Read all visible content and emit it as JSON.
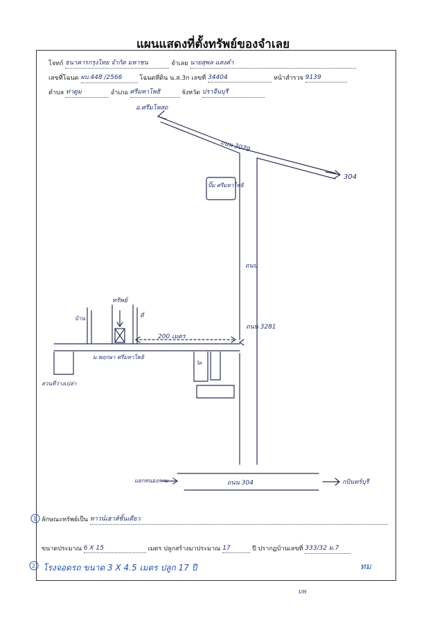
{
  "title": "แผนแสดงที่ตั้งทรัพย์ของจำเลย",
  "header": {
    "plaintiff_label": "โจทก์",
    "plaintiff_value": "ธนาคารกรุงไทย จำกัด มหาชน",
    "defendant_label": "จำเลย",
    "defendant_value": "นายสุพล แสงคำ",
    "deed_label": "เลขที่โฉนด",
    "deed_value": "ผบ.448 /2566",
    "land_label": "โฉนดที่ดิน น.ส.3ก เลขที่",
    "land_value": "34404",
    "survey_label": "หน้าสำรวจ",
    "survey_value": "9139",
    "subdistrict_label": "ตำบล",
    "subdistrict_value": "ท่าตูม",
    "district_label": "อำเภอ",
    "district_value": "ศรีมหาโพธิ",
    "province_label": "จังหวัด",
    "province_value": "ปราจีนบุรี"
  },
  "map": {
    "top_label": "อ.ศรีมโหสถ",
    "road_3079": "ถนน 3079",
    "arrow_304_top": "304",
    "gas_station": "ปั๊ม ศรีมหาโพธิ",
    "road_mid": "ถนน",
    "road_3281": "ถนน 3281",
    "property": "ทรัพย์",
    "distance": "200 เมตร",
    "village": "ม.พฤกษา ศรีมหาโพธิ",
    "vacant_land": "สวนที่ว่างเปล่า",
    "temple": "วัด",
    "neighbor_left": "บ้าน",
    "neighbor_right": "ที่",
    "intersection": "แยกหนองกาม",
    "road_304_bottom": "ถนน 304",
    "arrow_bottom": "กบินทร์บุรี"
  },
  "footer": {
    "item1_num": "1",
    "prop_type_label": "ลักษณะทรัพย์เป็น",
    "prop_type_value": "ทาวน์เฮาส์ชั้นเดียว",
    "size_label": "ขนาดประมาณ",
    "size_value": "6 X 15",
    "size_unit": "เมตร ปลูกสร้างมาประมาณ",
    "age_value": "17",
    "house_no_label": "ปี ปรากฏบ้านเลขที่",
    "house_no_value": "333/32 ม.7",
    "item2_num": "2",
    "item2_text": "โรงจอดรถ ขนาด 3 X 4.5 เมตร ปลูก 17 ปี",
    "initials": "ทม",
    "bottom_mark": "บพ"
  },
  "colors": {
    "pen": "#1f4fb5",
    "ink": "#23306f"
  }
}
